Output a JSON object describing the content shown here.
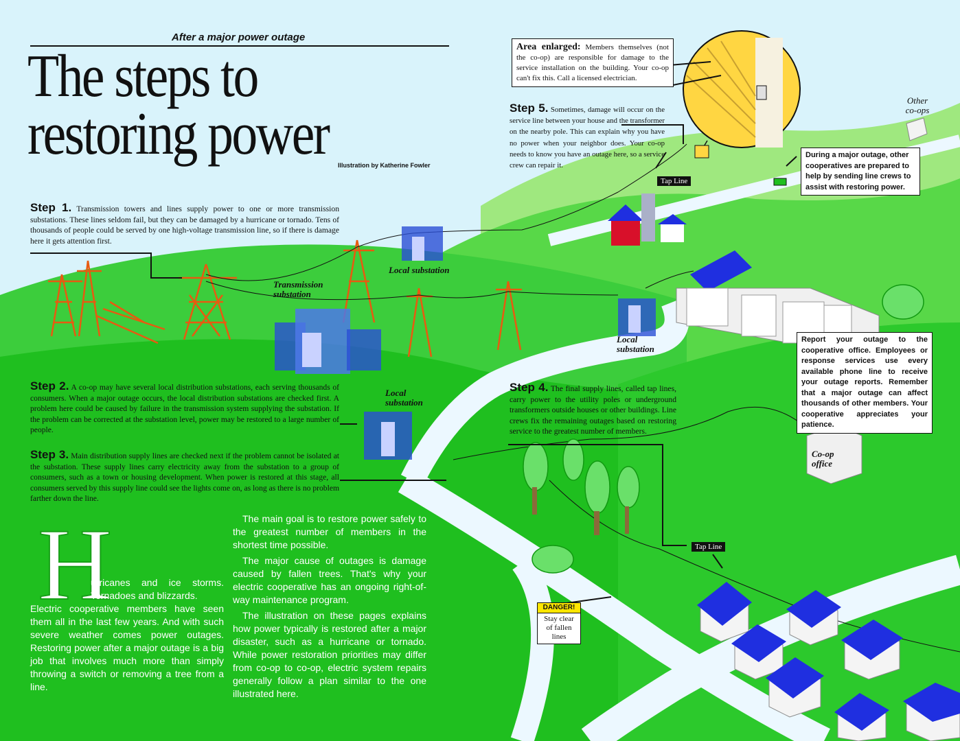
{
  "header": {
    "kicker": "After a major power outage",
    "title_line1": "The steps to",
    "title_line2": "restoring power",
    "credit": "Illustration by Katherine Fowler"
  },
  "steps": [
    {
      "heading": "Step 1.",
      "text": "Transmission towers and lines supply power to one or more transmission substations. These lines seldom fail, but they can be damaged by a hurricane or tornado. Tens of thousands of people could be served by one high-voltage transmission line, so if there is damage here it gets attention first."
    },
    {
      "heading": "Step 2.",
      "text": "A co-op may have several local distribution substations, each serving thousands of consumers. When a major outage occurs, the local distribution substations are checked first. A problem here could be caused by failure in the transmission system supplying the substation. If the problem can be corrected at the substation level, power may be restored to a large number of people."
    },
    {
      "heading": "Step 3.",
      "text": "Main distribution supply lines are checked next if the problem cannot be isolated at the substation. These supply lines carry electricity away from the substation to a group of consumers, such as a town or housing development. When power is restored at this stage, all consumers served by this supply line could see the lights come on, as long as there is no problem farther down the line."
    },
    {
      "heading": "Step 4.",
      "text": "The final supply lines, called tap lines, carry power to the utility poles or underground transformers outside houses or other buildings. Line crews fix the remaining outages based on restoring service to the greatest number of members."
    },
    {
      "heading": "Step 5.",
      "text": "Sometimes, damage will occur on the service line between your house and the transformer on the nearby pole. This can explain why you have no power when your neighbor does. Your co-op needs to know you have an outage here, so a service crew can repair it."
    }
  ],
  "callouts": {
    "area_enlarged_heading": "Area enlarged:",
    "area_enlarged_text": "Members themselves (not the co-op) are responsible for damage to the service installation on the building. Your co-op can't fix this. Call a licensed electrician.",
    "other_coops_box": "During a major outage, other cooperatives are prepared to help by sending line crews to assist with restoring power.",
    "report_box": "Report your outage to the cooperative office. Employees or response services use every available phone line to receive your outage reports. Remember that a major outage can affect thousands of other members. Your cooperative appreciates your patience.",
    "danger_tag": "DANGER!",
    "danger_text": "Stay clear of fallen lines"
  },
  "labels": {
    "transmission_substation": "Transmission substation",
    "local_substation_top": "Local substation",
    "local_substation_mid": "Local substation",
    "local_substation_right": "Local substation",
    "tap_line_top": "Tap Line",
    "tap_line_bottom": "Tap Line",
    "other_coops": "Other co-ops",
    "coop_office": "Co-op office"
  },
  "body": {
    "dropcap": "H",
    "col1_lead": "urricanes and ice storms. Tornadoes and blizzards.",
    "col1_rest": "Electric cooperative members have seen them all in the last few years. And with such severe weather comes power outages. Restoring power after a major outage is a big job that involves much more than simply throwing a switch or removing a tree from a line.",
    "col2_p1": "The main goal is to restore power safely to the greatest number of members in the shortest time possible.",
    "col2_p2": "The major cause of outages is damage caused by fallen trees. That's why your electric cooperative has an ongoing right-of-way maintenance program.",
    "col2_p3": "The illustration on these pages explains how power typically is restored after a major disaster, such as a hurricane or tornado. While power restoration priorities may differ from co-op to co-op, electric system repairs generally follow a plan similar to the one illustrated here."
  },
  "colors": {
    "sky": "#d9f3fb",
    "grass_light": "#9fe87f",
    "grass_mid": "#3ccd3c",
    "grass_dark": "#18b818",
    "road": "#e8f6ff",
    "tower": "#e85a10",
    "substation": "#2a4fd6",
    "roof": "#1f2fe0"
  }
}
